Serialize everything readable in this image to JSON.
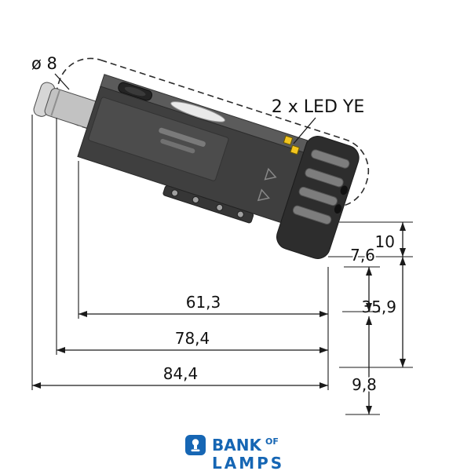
{
  "drawing": {
    "labels": {
      "cable_diameter": "ø 8",
      "led": "2 x LED YE"
    },
    "dimensions": {
      "body_length": "61,3",
      "length_with_connector": "78,4",
      "total_length": "84,4",
      "clamp_top": "10",
      "hole_spacing": "7,6",
      "clamp_height": "35,9",
      "bottom_offset": "9,8"
    },
    "colors": {
      "led_yellow": "#f3c51e",
      "body_dark": "#3f3f3f",
      "top_face": "#5b5b5b",
      "clamp_dark": "#2d2d2d",
      "connector_gray": "#c2c2c2"
    }
  },
  "logo": {
    "word1": "BANK",
    "word2": "OF",
    "word3": "LAMPS",
    "color": "#1666b4"
  }
}
